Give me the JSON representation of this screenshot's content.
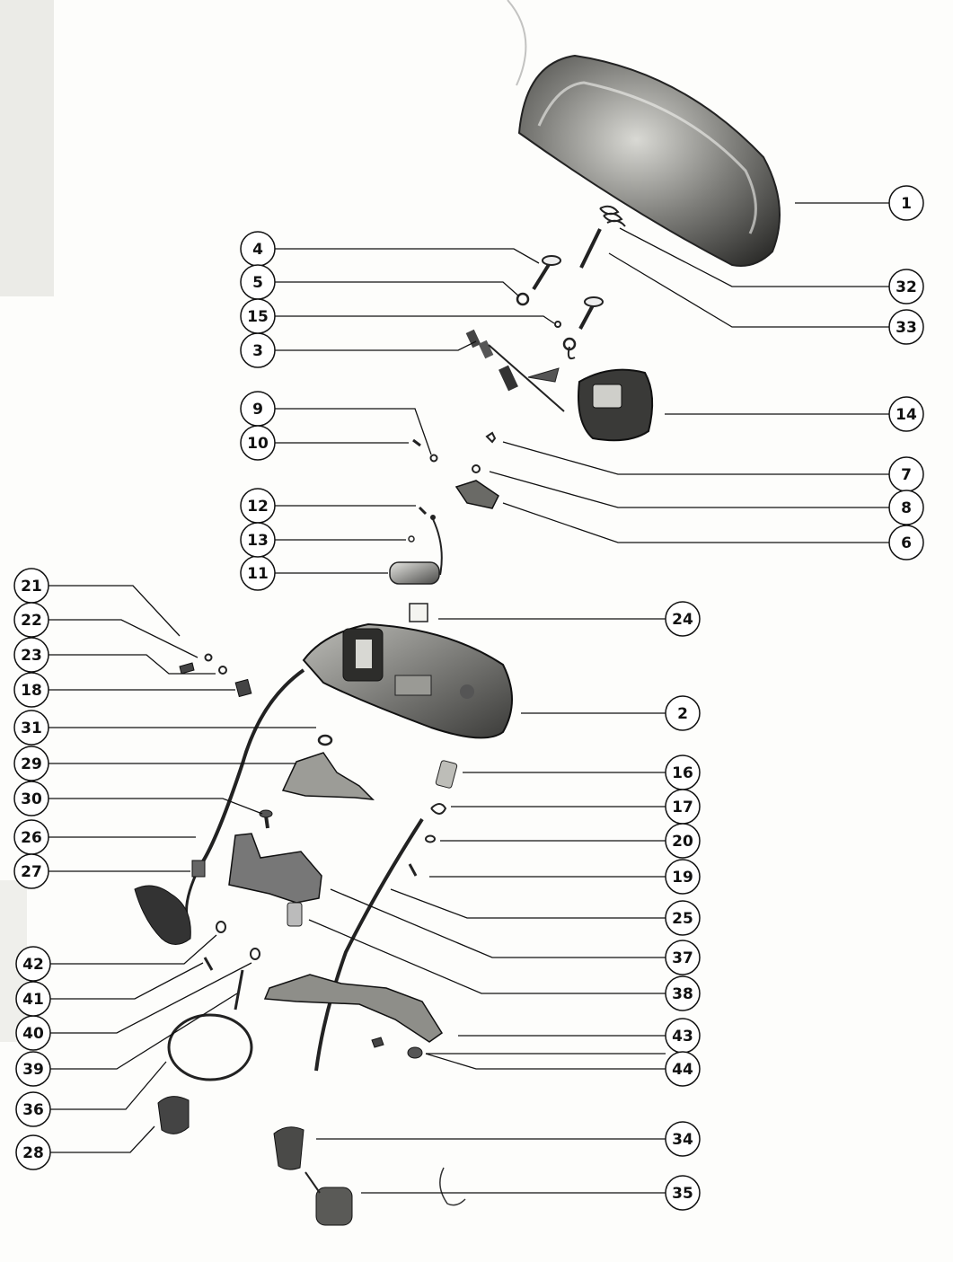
{
  "diagram": {
    "type": "exploded-parts-diagram",
    "callouts": [
      {
        "id": "c1",
        "label": "1"
      },
      {
        "id": "c2",
        "label": "2"
      },
      {
        "id": "c3",
        "label": "3"
      },
      {
        "id": "c4",
        "label": "4"
      },
      {
        "id": "c5",
        "label": "5"
      },
      {
        "id": "c6",
        "label": "6"
      },
      {
        "id": "c7",
        "label": "7"
      },
      {
        "id": "c8",
        "label": "8"
      },
      {
        "id": "c9",
        "label": "9"
      },
      {
        "id": "c10",
        "label": "10"
      },
      {
        "id": "c11",
        "label": "11"
      },
      {
        "id": "c12",
        "label": "12"
      },
      {
        "id": "c13",
        "label": "13"
      },
      {
        "id": "c14",
        "label": "14"
      },
      {
        "id": "c15",
        "label": "15"
      },
      {
        "id": "c16",
        "label": "16"
      },
      {
        "id": "c17",
        "label": "17"
      },
      {
        "id": "c18",
        "label": "18"
      },
      {
        "id": "c19",
        "label": "19"
      },
      {
        "id": "c20",
        "label": "20"
      },
      {
        "id": "c21",
        "label": "21"
      },
      {
        "id": "c22",
        "label": "22"
      },
      {
        "id": "c23",
        "label": "23"
      },
      {
        "id": "c24",
        "label": "24"
      },
      {
        "id": "c25",
        "label": "25"
      },
      {
        "id": "c26",
        "label": "26"
      },
      {
        "id": "c27",
        "label": "27"
      },
      {
        "id": "c28",
        "label": "28"
      },
      {
        "id": "c29",
        "label": "29"
      },
      {
        "id": "c30",
        "label": "30"
      },
      {
        "id": "c31",
        "label": "31"
      },
      {
        "id": "c32",
        "label": "32"
      },
      {
        "id": "c33",
        "label": "33"
      },
      {
        "id": "c34",
        "label": "34"
      },
      {
        "id": "c35",
        "label": "35"
      },
      {
        "id": "c36",
        "label": "36"
      },
      {
        "id": "c37",
        "label": "37"
      },
      {
        "id": "c38",
        "label": "38"
      },
      {
        "id": "c39",
        "label": "39"
      },
      {
        "id": "c40",
        "label": "40"
      },
      {
        "id": "c41",
        "label": "41"
      },
      {
        "id": "c42",
        "label": "42"
      },
      {
        "id": "c43",
        "label": "43"
      },
      {
        "id": "c44",
        "label": "44"
      }
    ]
  }
}
